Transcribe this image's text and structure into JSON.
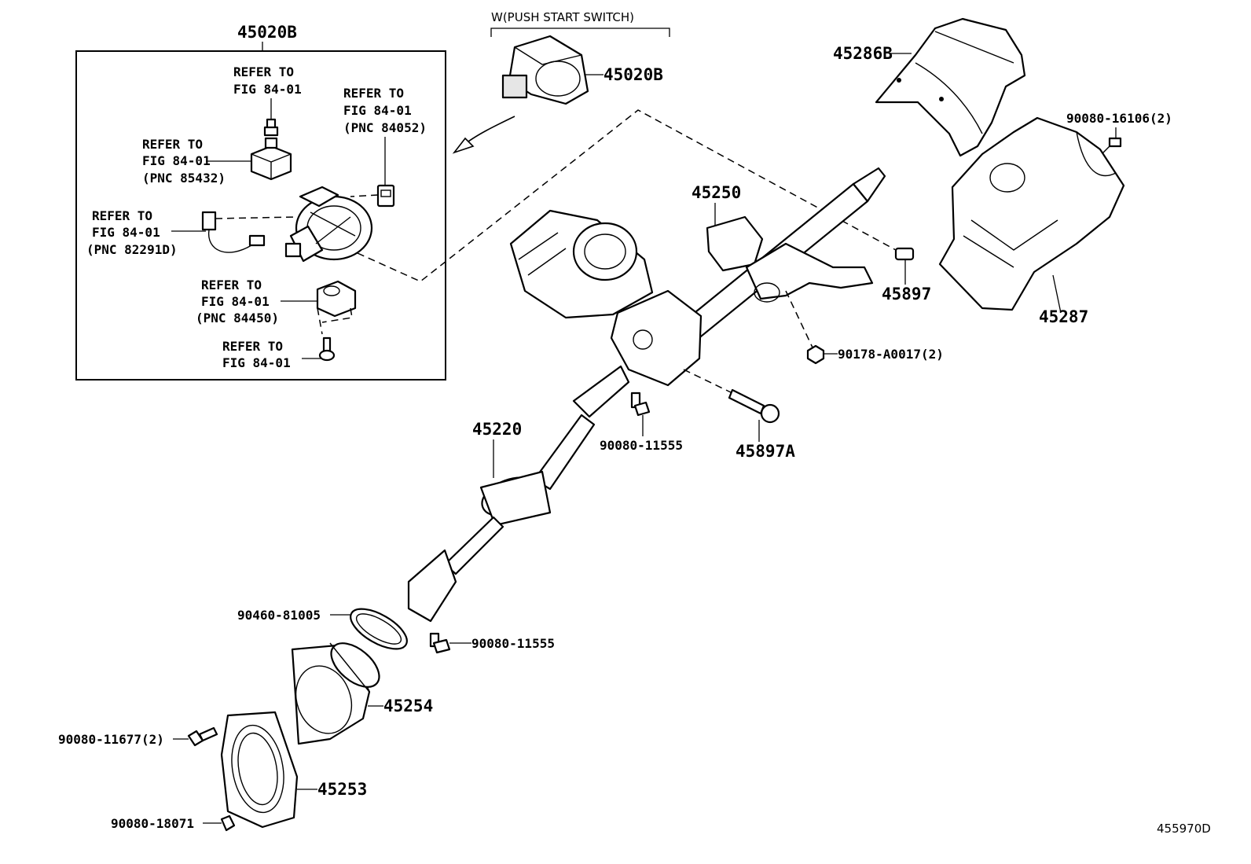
{
  "push_start_note": "W(PUSH START SWITCH)",
  "refer": {
    "r1": [
      "REFER TO",
      "FIG 84-01"
    ],
    "r2": [
      "REFER TO",
      "FIG 84-01",
      "(PNC 84052)"
    ],
    "r3": [
      "REFER TO",
      "FIG 84-01",
      "(PNC 85432)"
    ],
    "r4": [
      "REFER TO",
      "FIG 84-01",
      "(PNC 82291D)"
    ],
    "r5": [
      "REFER TO",
      "FIG 84-01",
      "(PNC 84450)"
    ],
    "r6": [
      "REFER TO",
      "FIG 84-01"
    ]
  },
  "parts": {
    "p45020B_box": "45020B",
    "p45020B_switch": "45020B",
    "p45286B": "45286B",
    "p90080_16106": "90080-16106(2)",
    "p45250": "45250",
    "p45897": "45897",
    "p45287": "45287",
    "p90178_A0017": "90178-A0017(2)",
    "p45220": "45220",
    "p90080_11555a": "90080-11555",
    "p45897A": "45897A",
    "p90460_81005": "90460-81005",
    "p90080_11555b": "90080-11555",
    "p45254": "45254",
    "p90080_11677": "90080-11677(2)",
    "p45253": "45253",
    "p90080_18071": "90080-18071"
  },
  "figure_code": "455970D"
}
